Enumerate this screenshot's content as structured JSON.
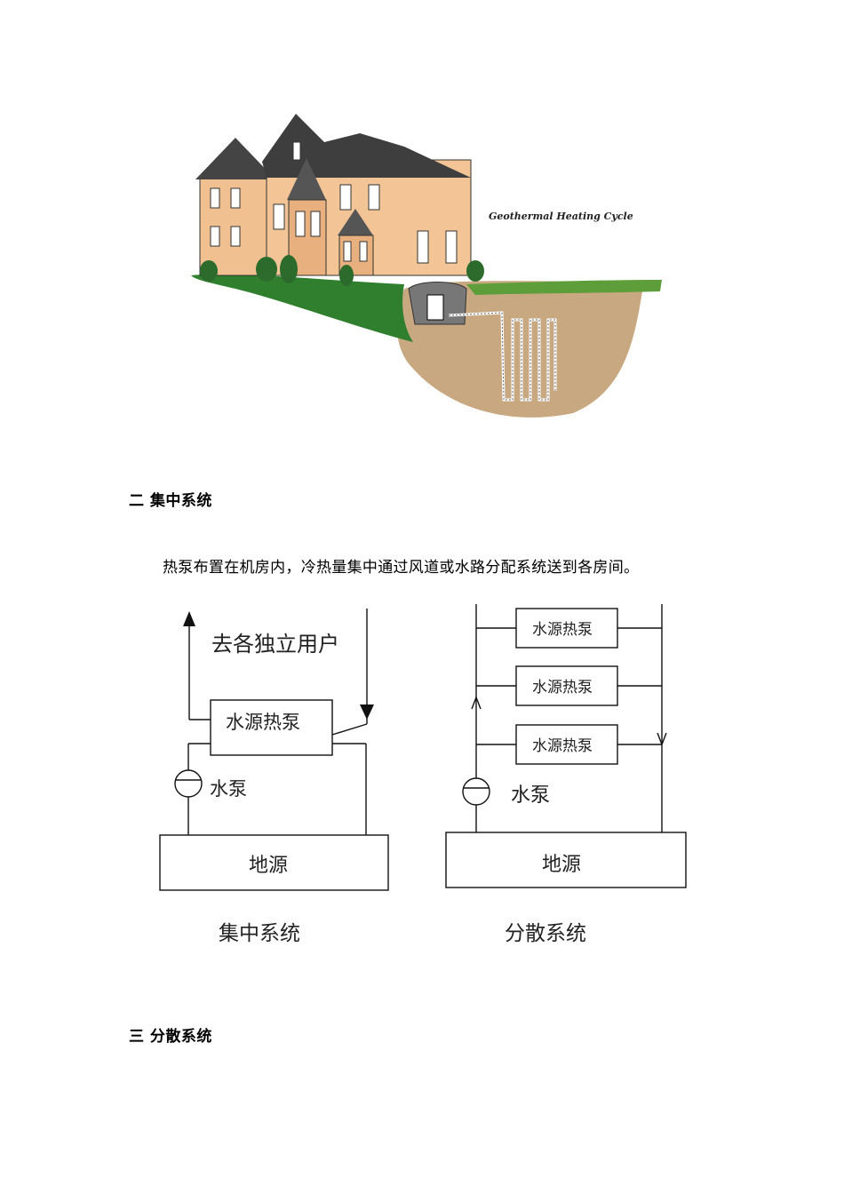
{
  "illustration": {
    "caption": "Geothermal Heating Cycle"
  },
  "sections": {
    "centralized": {
      "heading": "二 集中系统",
      "paragraph": "热泵布置在机房内，冷热量集中通过风道或水路分配系统送到各房间。"
    },
    "distributed": {
      "heading": "三 分散系统"
    }
  },
  "diagram_centralized": {
    "users_label": "去各独立用户",
    "heat_pump_label": "水源热泵",
    "water_pump_label": "水泵",
    "ground_source_label": "地源",
    "caption": "集中系统"
  },
  "diagram_distributed": {
    "heat_pump_labels": [
      "水源热泵",
      "水源热泵",
      "水源热泵"
    ],
    "water_pump_label": "水泵",
    "ground_source_label": "地源",
    "caption": "分散系统"
  }
}
